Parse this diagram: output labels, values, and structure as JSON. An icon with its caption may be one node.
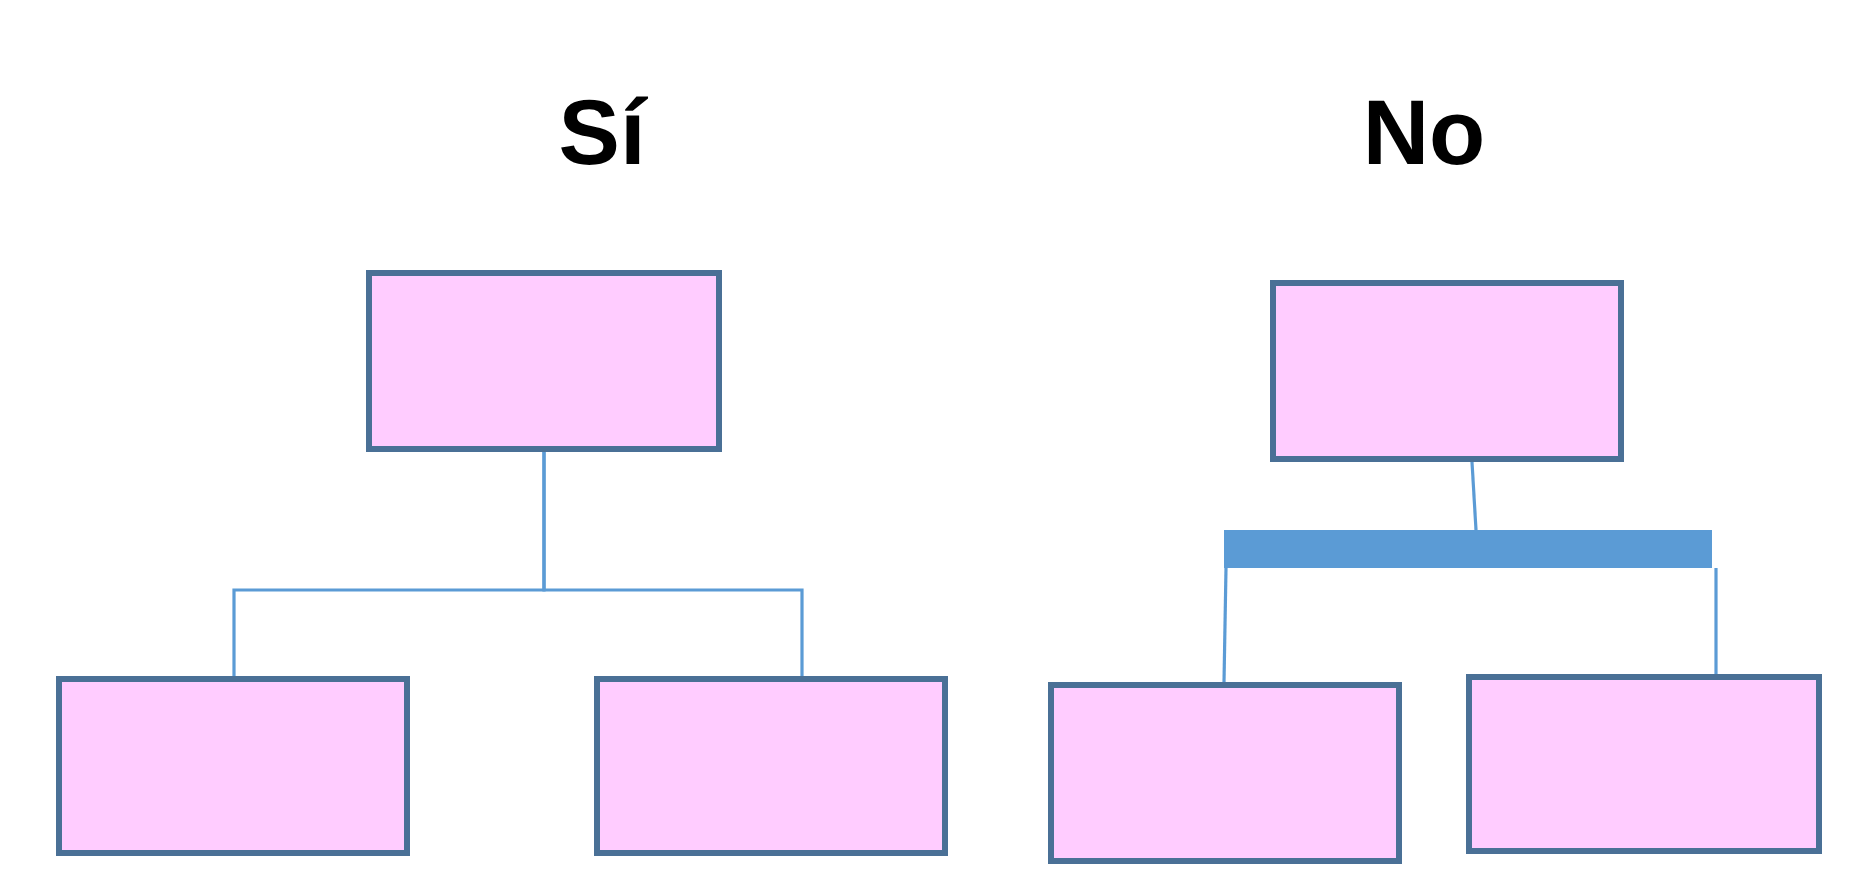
{
  "diagram": {
    "nodes": [
      {
        "text": [],
        "shape": "box"
      },
      {
        "text": [],
        "shape": "box"
      },
      {
        "text": [],
        "shape": "box"
      },
      {
        "text": [],
        "shape": "box"
      },
      {
        "text": [],
        "shape": "bar"
      },
      {
        "text": [],
        "shape": "box"
      },
      {
        "text": [],
        "shape": "box"
      }
    ],
    "edges": [
      {
        "from": 0,
        "to": 1,
        "arrow": "none"
      },
      {
        "from": 0,
        "to": 2,
        "arrow": "none"
      },
      {
        "from": 3,
        "to": 4,
        "arrow": "none"
      },
      {
        "from": 4,
        "to": 5,
        "arrow": "none"
      },
      {
        "from": 4,
        "to": 6,
        "arrow": "none"
      }
    ],
    "labels": [
      "Sí",
      "No"
    ]
  }
}
